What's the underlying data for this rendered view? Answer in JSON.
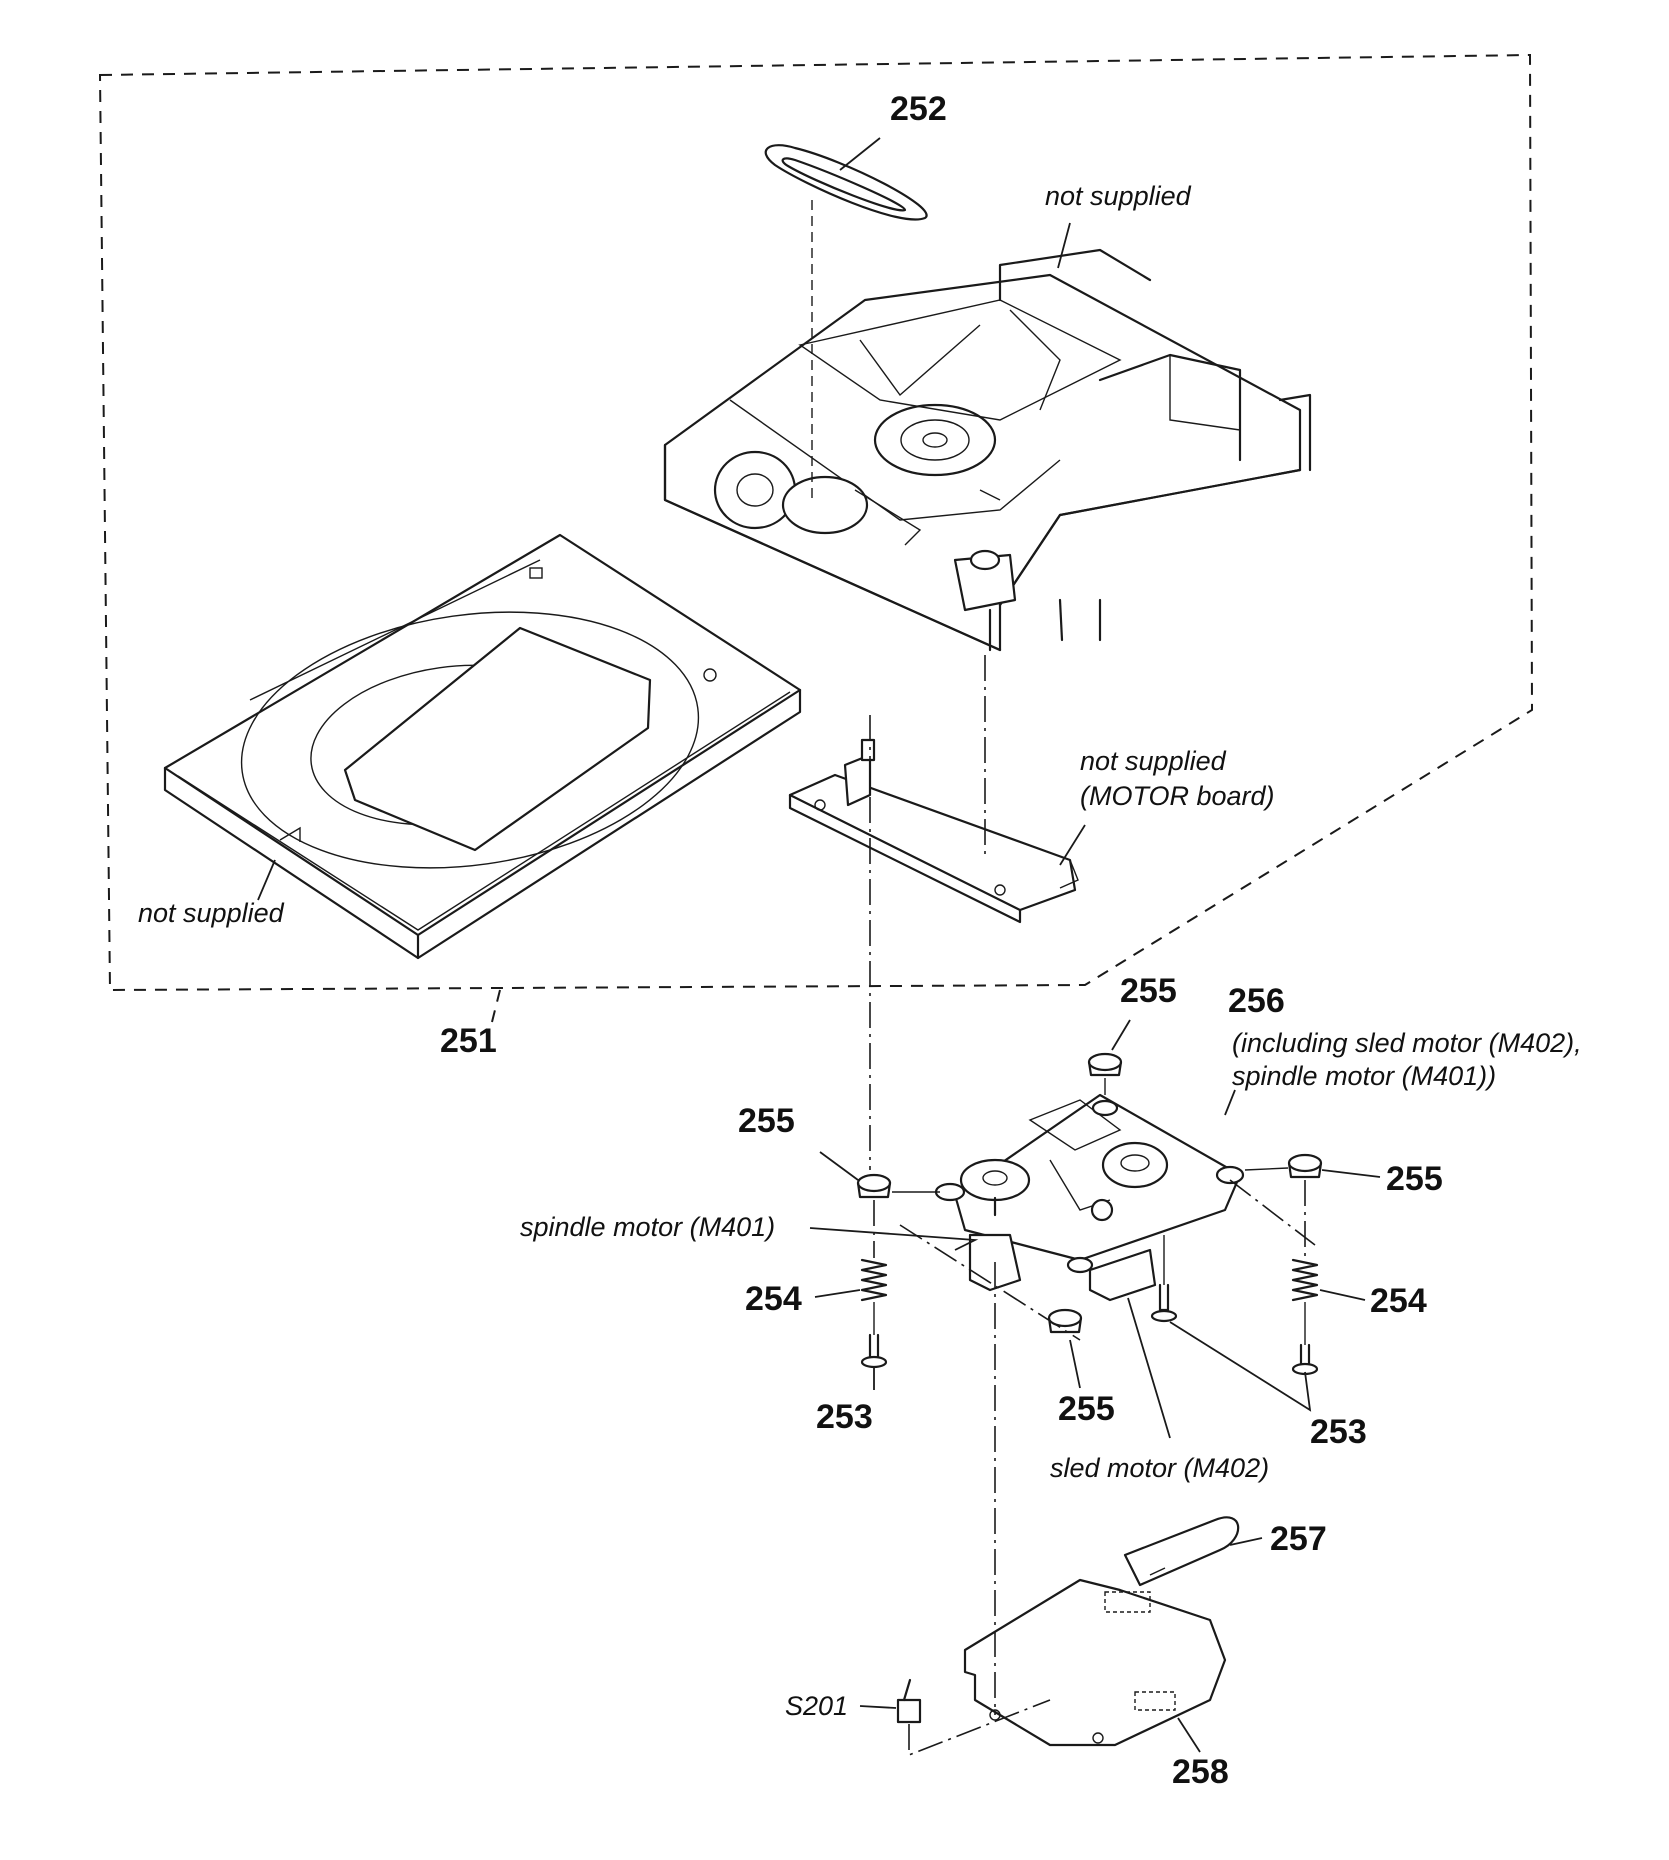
{
  "part_numbers": {
    "p251": "251",
    "p252": "252",
    "p253": "253",
    "p254": "254",
    "p255": "255",
    "p256": "256",
    "p257": "257",
    "p258": "258"
  },
  "notes": {
    "not_supplied": "not supplied",
    "motor_board": "(MOTOR board)",
    "including_line1": "(including sled motor (M402),",
    "including_line2": "spindle motor (M401))",
    "spindle_motor": "spindle motor (M401)",
    "sled_motor": "sled motor (M402)",
    "switch": "S201"
  }
}
